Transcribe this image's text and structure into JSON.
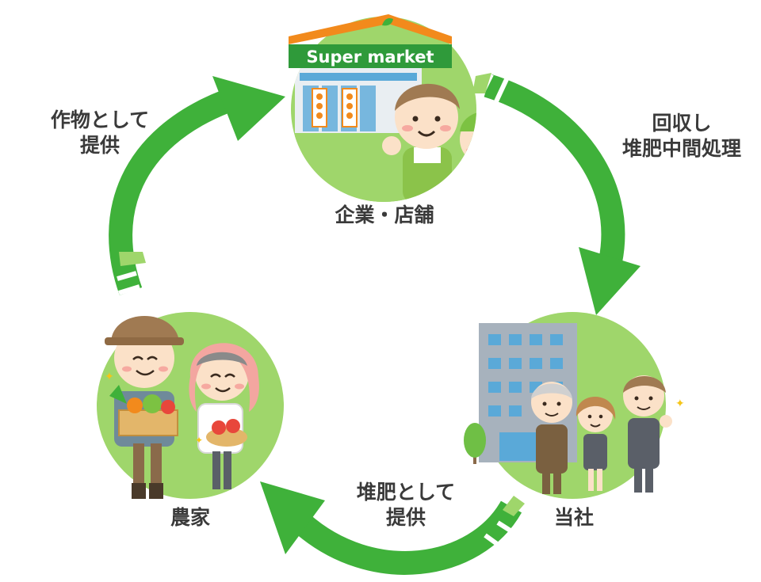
{
  "nodes": {
    "company": {
      "label": "企業・店舗",
      "sign": "Super market"
    },
    "ours": {
      "label": "当社"
    },
    "farmer": {
      "label": "農家"
    }
  },
  "arrows": {
    "company_to_ours": {
      "line1": "回収し",
      "line2": "堆肥中間処理"
    },
    "ours_to_farmer": {
      "line1": "堆肥として",
      "line2": "提供"
    },
    "farmer_to_company": {
      "line1": "作物として",
      "line2": "提供"
    }
  },
  "colors": {
    "arrow": "#3fb13a",
    "arrow_light": "#9fd66b",
    "circle_fill": "#9fd66b",
    "roof": "#f28a1c",
    "sign_bg": "#2f9a3a",
    "building": "#a7b2bd",
    "window": "#5aa9d8"
  }
}
